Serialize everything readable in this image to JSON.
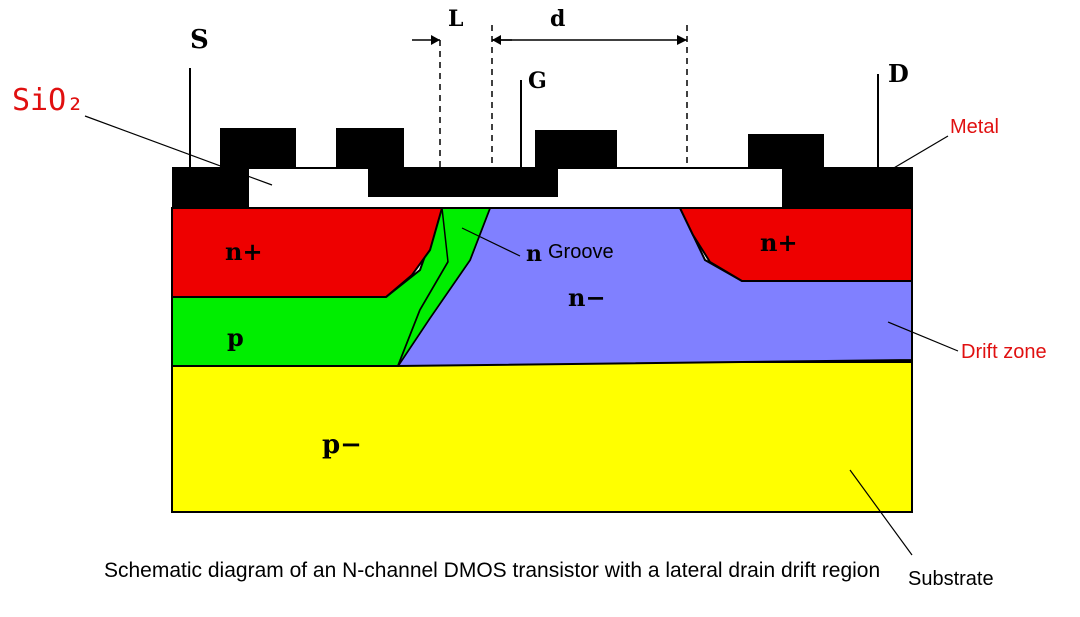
{
  "diagram": {
    "caption": "Schematic diagram of an N-channel DMOS transistor with a lateral drain drift region",
    "terminals": {
      "source": "S",
      "gate": "G",
      "drain": "D"
    },
    "dimensions": {
      "channel_length": "L",
      "drift_length": "d"
    },
    "regions": {
      "n_plus_source": "n+",
      "n_plus_drain": "n+",
      "p_body": "p",
      "n_minus": "n−",
      "p_minus": "p−",
      "n_groove_prefix": "n"
    },
    "callouts": {
      "sio2": "SiO₂",
      "metal": "Metal",
      "groove": "Groove",
      "drift_zone": "Drift zone",
      "substrate": "Substrate"
    },
    "colors": {
      "n_plus": "#ee0000",
      "p_body": "#00ee00",
      "n_minus": "#8080ff",
      "substrate": "#ffff00",
      "metal": "#000000",
      "oxide": "#ffffff",
      "callout_red": "#e01010"
    }
  }
}
